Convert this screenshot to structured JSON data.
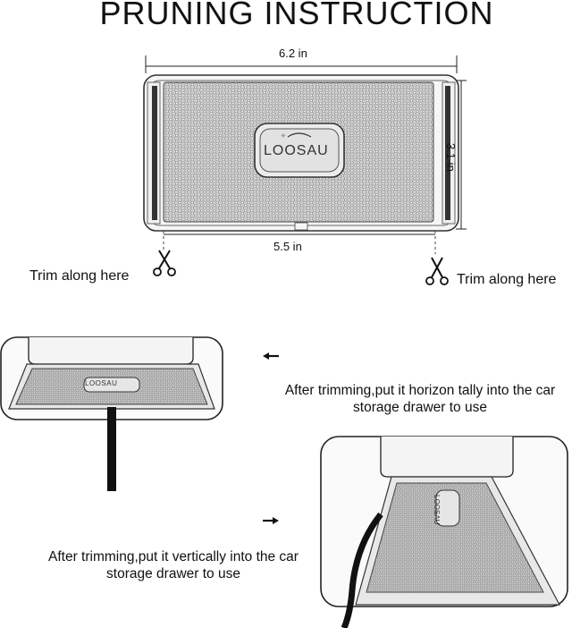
{
  "title": "PRUNING INSTRUCTION",
  "dimensions": {
    "width_top": "6.2 in",
    "width_bottom": "5.5 in",
    "height": "3.1 in"
  },
  "brand_logo": "LOOSAU",
  "trim_labels": {
    "left": "Trim along here",
    "right": "Trim along here"
  },
  "captions": {
    "horizontal": "After trimming,put it horizon tally into the car storage drawer to use",
    "vertical": "After trimming,put it vertically into the car storage drawer to use"
  },
  "icons": [
    "scissors-icon",
    "arrow-left-icon",
    "arrow-right-icon"
  ]
}
